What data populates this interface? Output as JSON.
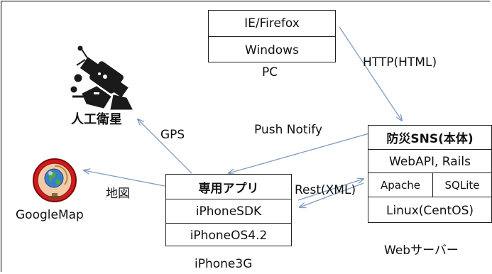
{
  "pc": {
    "layers": [
      "IE/Firefox",
      "Windows"
    ],
    "caption": "PC"
  },
  "server": {
    "layers": [
      "防災SNS(本体)",
      "WebAPI, Rails"
    ],
    "split": [
      "Apache",
      "SQLite"
    ],
    "bottom": "Linux(CentOS)",
    "caption": "Webサーバー"
  },
  "iphone": {
    "layers": [
      "専用アプリ",
      "iPhoneSDK",
      "iPhoneOS4.2"
    ],
    "caption": "iPhone3G"
  },
  "satellite": {
    "caption": "人工衛星",
    "icon": "satellite-icon"
  },
  "map": {
    "caption": "GoogleMap",
    "icon": "globe-icon"
  },
  "edges": {
    "http": "HTTP(HTML)",
    "push": "Push Notify",
    "rest": "Rest(XML)",
    "gps": "GPS",
    "chizu": "地図"
  },
  "colors": {
    "arrow": "#7f9bc4",
    "globe_ring": "#d21a1a"
  }
}
